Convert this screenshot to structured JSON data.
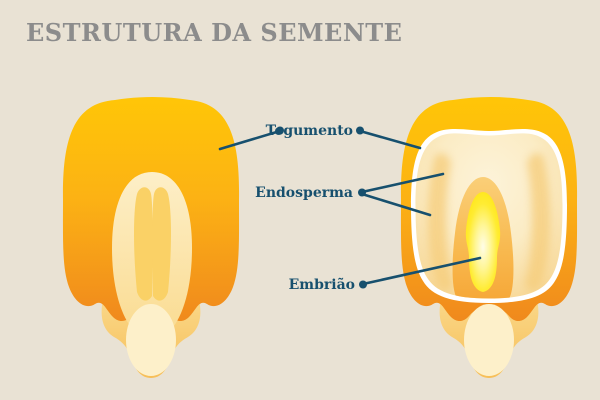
{
  "title": "ESTRUTURA DA SEMENTE",
  "labels": {
    "tegumento": "Tegumento",
    "endosperma": "Endosperma",
    "embriao": "Embrião"
  },
  "colors": {
    "background": "#E9E2D4",
    "title_text": "#8C8C8C",
    "label_text": "#17506E",
    "leader_line": "#17506E",
    "kernel_yellow": "#FFC607",
    "kernel_orange": "#F0891D",
    "endosperm_cream": "#FBECC5",
    "endosperm_shading": "#F5CC7A",
    "embryo_core_yellow": "#FFE514",
    "cutaway_border": "#FFFFFF"
  }
}
